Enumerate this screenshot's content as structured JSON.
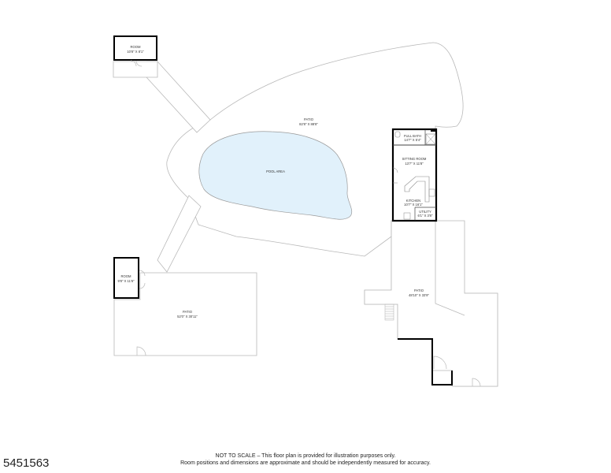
{
  "listing_id": "5451563",
  "disclaimer": {
    "line1": "NOT TO SCALE – This floor plan is provided for illustration purposes only.",
    "line2": "Room positions and dimensions are approximate and should be independently measured for accuracy."
  },
  "rooms": {
    "room_top": {
      "name": "ROOM",
      "size": "10'8\" X 8'1\""
    },
    "room_left": {
      "name": "ROOM",
      "size": "9'8\" X 11'6\""
    },
    "patio_main": {
      "name": "PATIO",
      "size": "82'8\" X 88'8\""
    },
    "pool": {
      "name": "POOL AREA"
    },
    "patio_left": {
      "name": "PATIO",
      "size": "52'0\" X 30'11\""
    },
    "full_bath": {
      "name": "FULL BATH",
      "size": "14'7\" X 5'4\""
    },
    "sitting_room": {
      "name": "SITTING ROOM",
      "size": "13'7\" X 11'8\""
    },
    "kitchen": {
      "name": "KITCHEN",
      "size": "10'7\" X 16'1\""
    },
    "utility": {
      "name": "UTILITY",
      "size": "6'1\" X 3'8\""
    },
    "patio_right": {
      "name": "PATIO",
      "size": "48'10\" X 33'9\""
    }
  },
  "colors": {
    "pool_fill": "#e1f1fb",
    "line_gray": "#b9b9b9",
    "wall_black": "#000000"
  }
}
